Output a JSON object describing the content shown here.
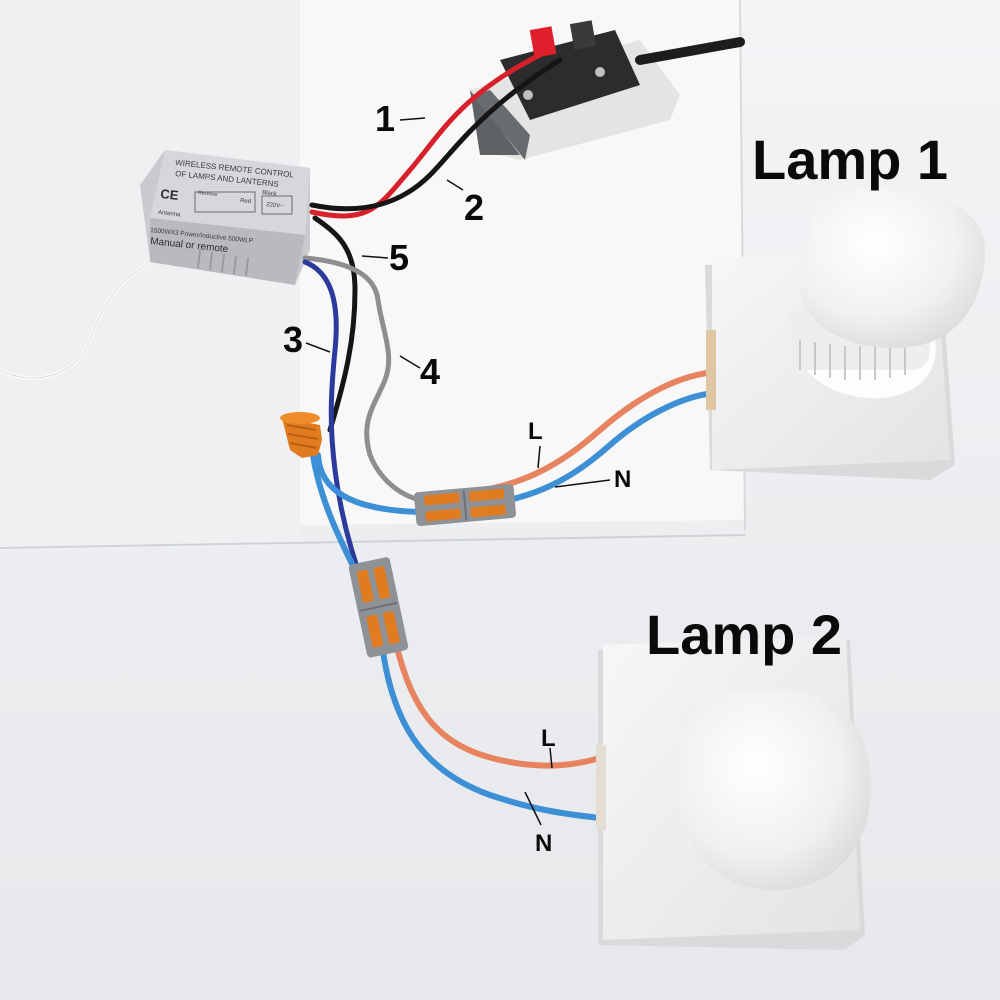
{
  "receiver": {
    "title_line1": "WIRELESS REMOTE CONTROL",
    "title_line2": "OF LAMPS AND LANTERNS",
    "ce_mark": "CE",
    "spec_line": "1500WX3 Power/Inductive 500WLP",
    "mode_line": "Manual or remote",
    "antenna_label": "Antenna",
    "receiver_label": "Receiver",
    "black_label": "Black",
    "red_label": "Red",
    "voltage_label": "220V~"
  },
  "wire_numbers": [
    "1",
    "2",
    "3",
    "4",
    "5"
  ],
  "lamp1": {
    "title": "Lamp 1",
    "live_label": "L",
    "neutral_label": "N"
  },
  "lamp2": {
    "title": "Lamp 2",
    "live_label": "L",
    "neutral_label": "N"
  },
  "colors": {
    "live_wire": "#e8835f",
    "neutral_wire": "#3d8fd6",
    "red_wire": "#d8202a",
    "black_wire": "#151515",
    "grey_wire": "#8e8e8e",
    "navy_wire": "#2c3a9e",
    "connector_body": "#8e9196",
    "connector_lever": "#e07b1f"
  }
}
